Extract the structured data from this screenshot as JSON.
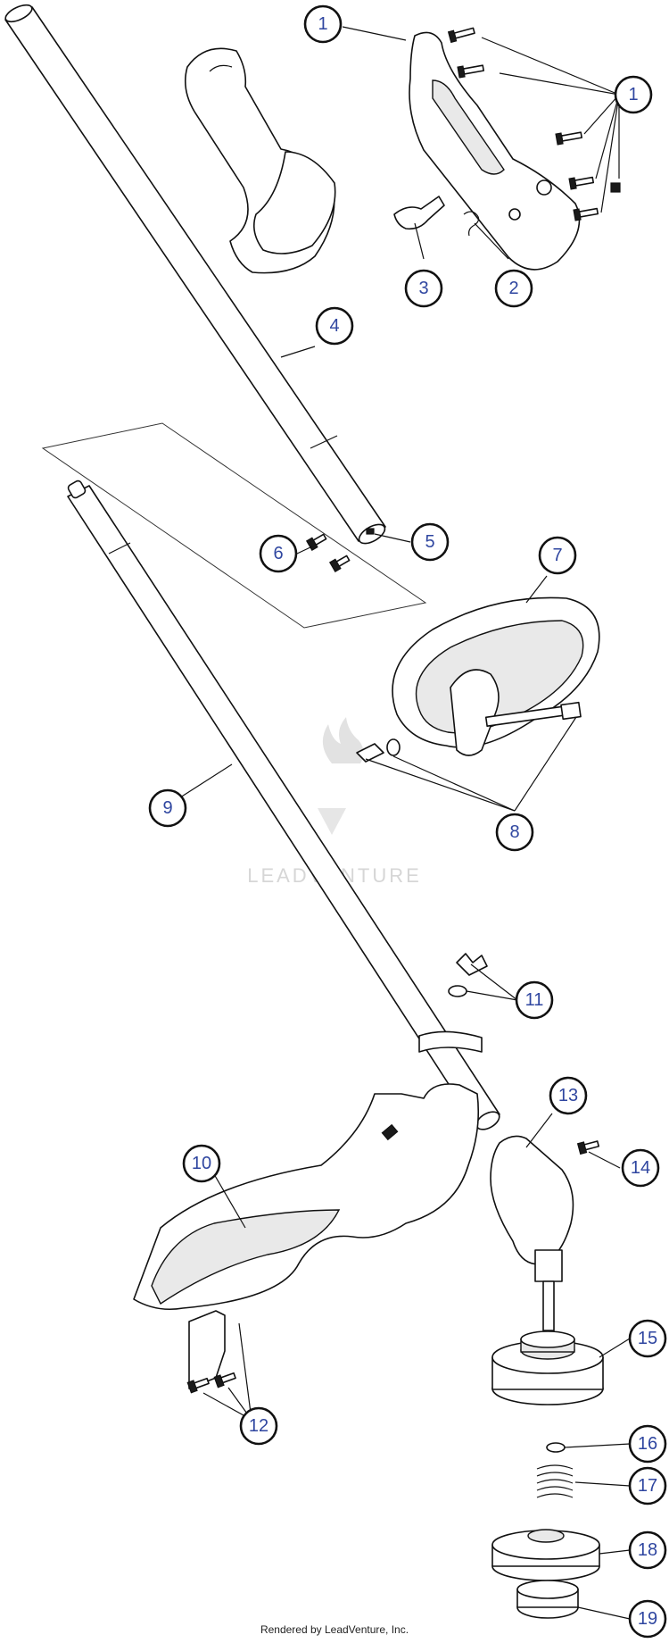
{
  "watermark": {
    "text": "LEADVENTURE"
  },
  "footer": {
    "text": "Rendered by LeadVenture, Inc."
  },
  "callouts": [
    {
      "id": "c1a",
      "label": "1"
    },
    {
      "id": "c1b",
      "label": "1"
    },
    {
      "id": "c2",
      "label": "2"
    },
    {
      "id": "c3",
      "label": "3"
    },
    {
      "id": "c4",
      "label": "4"
    },
    {
      "id": "c5",
      "label": "5"
    },
    {
      "id": "c6",
      "label": "6"
    },
    {
      "id": "c7",
      "label": "7"
    },
    {
      "id": "c8",
      "label": "8"
    },
    {
      "id": "c9",
      "label": "9"
    },
    {
      "id": "c10",
      "label": "10"
    },
    {
      "id": "c11",
      "label": "11"
    },
    {
      "id": "c12",
      "label": "12"
    },
    {
      "id": "c13",
      "label": "13"
    },
    {
      "id": "c14",
      "label": "14"
    },
    {
      "id": "c15",
      "label": "15"
    },
    {
      "id": "c16",
      "label": "16"
    },
    {
      "id": "c17",
      "label": "17"
    },
    {
      "id": "c18",
      "label": "18"
    },
    {
      "id": "c19",
      "label": "19"
    }
  ],
  "colors": {
    "callout_text": "#2f46a0",
    "line": "#111111",
    "watermark": "#d6d6d6"
  }
}
